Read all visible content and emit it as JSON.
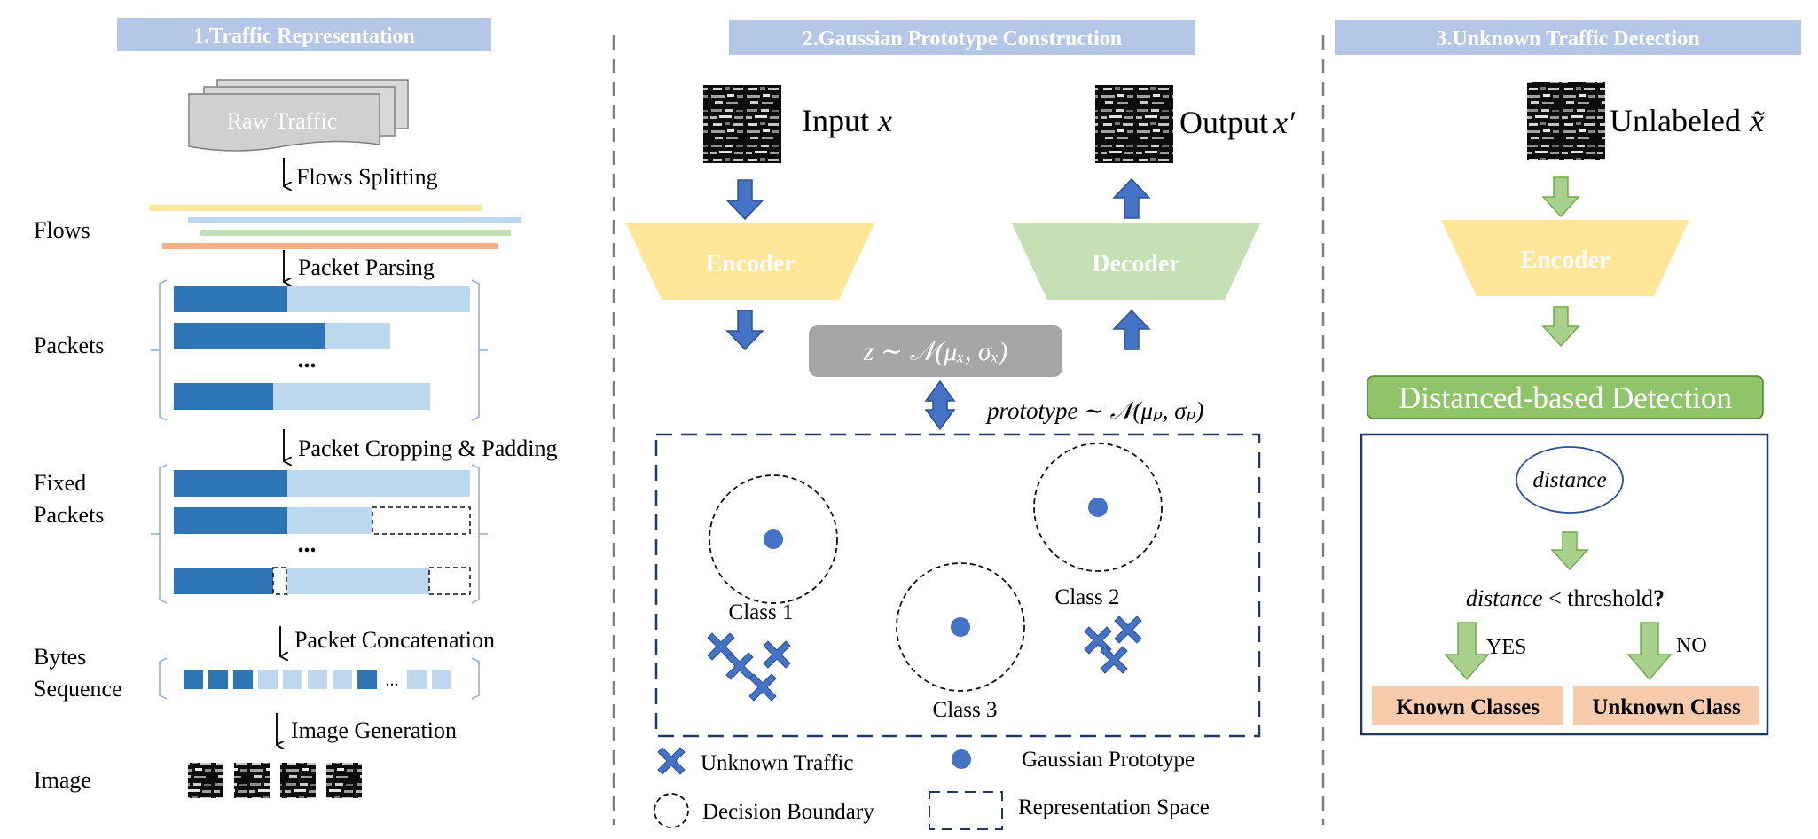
{
  "section1": {
    "header": "1.Traffic Representation",
    "raw_traffic": "Raw Traffic",
    "steps": [
      "Flows Splitting",
      "Packet Parsing",
      "Packet Cropping & Padding",
      "Packet Concatenation",
      "Image Generation"
    ],
    "labels": {
      "flows": "Flows",
      "packets": "Packets",
      "fixed_packets_1": "Fixed",
      "fixed_packets_2": "Packets",
      "bytes_sequence_1": "Bytes",
      "bytes_sequence_2": "Sequence",
      "image": "Image"
    },
    "ellipsis": "...",
    "bytes_ellipsis": "..."
  },
  "section2": {
    "header": "2.Gaussian Prototype Construction",
    "input_label": "Input",
    "input_var": "x",
    "output_label": "Output",
    "output_var": "x′",
    "encoder": "Encoder",
    "decoder": "Decoder",
    "latent": "z ∼ 𝒩(μₓ, σₓ)",
    "prototype": "prototype ∼ 𝒩(μₚ, σₚ)",
    "classes": [
      "Class 1",
      "Class 2",
      "Class 3"
    ],
    "legend": {
      "unknown_traffic": "Unknown Traffic",
      "gaussian_prototype": "Gaussian Prototype",
      "decision_boundary": "Decision Boundary",
      "representation_space": "Representation Space"
    }
  },
  "section3": {
    "header": "3.Unknown Traffic Detection",
    "unlabeled_label": "Unlabeled",
    "unlabeled_var": "x̃",
    "encoder": "Encoder",
    "detection": "Distanced-based Detection",
    "distance": "distance",
    "condition_var": "distance",
    "condition_rest": " < threshold",
    "condition_q": "?",
    "yes": "YES",
    "no": "NO",
    "known": "Known Classes",
    "unknown": "Unknown Class"
  },
  "colors": {
    "header_bg": "#b4c7e7",
    "dark_blue": "#2e75b6",
    "light_blue": "#bdd7ee",
    "arrow_blue": "#4472c4",
    "encoder_yellow": "#ffe699",
    "decoder_green": "#c5e0b4",
    "green_arrow": "#a9d18e",
    "detect_green": "#8fc46a",
    "latent_gray": "#a6a6a6",
    "result_orange": "#f8cbad",
    "flow_yellow": "#ffe699",
    "flow_blue": "#bdd7ee",
    "flow_green": "#c5e0b4",
    "flow_orange": "#f4b183"
  }
}
